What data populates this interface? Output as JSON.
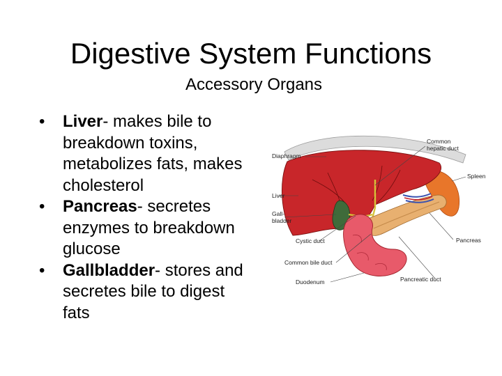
{
  "slide": {
    "title": "Digestive System Functions",
    "subtitle": "Accessory Organs"
  },
  "bullets": [
    {
      "term": "Liver",
      "text": "- makes bile to breakdown toxins, metabolizes fats, makes cholesterol"
    },
    {
      "term": "Pancreas",
      "text": "- secretes enzymes to breakdown glucose"
    },
    {
      "term": "Gallbladder",
      "text": "- stores and secretes bile to digest fats"
    }
  ],
  "diagram": {
    "labels": {
      "diaphragm": "Diaphragm",
      "common_hepatic_duct_1": "Common",
      "common_hepatic_duct_2": "hepatic duct",
      "spleen": "Spleen",
      "liver": "Liver",
      "gallbladder_1": "Gall-",
      "gallbladder_2": "bladder",
      "cystic_duct": "Cystic duct",
      "pancreas": "Pancreas",
      "common_bile_duct": "Common bile duct",
      "duodenum": "Duodenum",
      "pancreatic_duct": "Pancreatic duct"
    },
    "colors": {
      "liver": "#c8262a",
      "gallbladder": "#3f6b3a",
      "spleen": "#e8762a",
      "pancreas": "#e8b070",
      "duodenum": "#e85a6a",
      "diaphragm": "#d8d8d8"
    }
  }
}
